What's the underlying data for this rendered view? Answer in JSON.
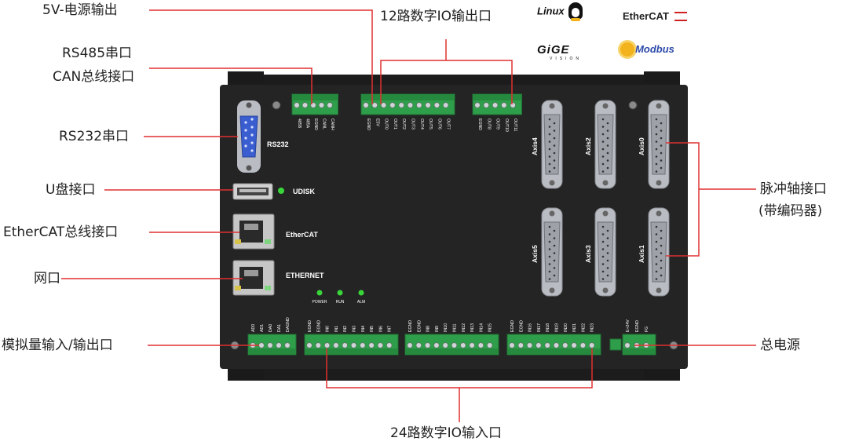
{
  "callouts": {
    "power5v": "5V-电源输出",
    "rs485": "RS485串口",
    "can": "CAN总线接口",
    "rs232": "RS232串口",
    "udisk": "U盘接口",
    "ethercat": "EtherCAT总线接口",
    "net": "网口",
    "analog": "模拟量输入/输出口",
    "io_out": "12路数字IO输出口",
    "pulse1": "脉冲轴接口",
    "pulse2": "(带编码器)",
    "mainpower": "总电源",
    "io_in": "24路数字IO输入口"
  },
  "logos": {
    "linux": "Linux",
    "ethercat": "EtherCAT",
    "gige": "GiGE",
    "gige_sub": "VISION",
    "modbus": "Modbus"
  },
  "device": {
    "rs232_label": "RS232",
    "udisk_label": "UDISK",
    "ethercat_label": "EtherCAT",
    "ethernet_label": "ETHERNET",
    "leds": [
      "POWER",
      "RUN",
      "ALM"
    ],
    "axes": [
      "Axis4",
      "Axis2",
      "Axis0",
      "Axis5",
      "Axis3",
      "Axis1"
    ],
    "pins": {
      "rs485_can": [
        "485B",
        "485A",
        "EGND",
        "CANL",
        "CANH"
      ],
      "out1": [
        "EGND",
        "E5V",
        "OUT0",
        "OUT1",
        "OUT2",
        "OUT3",
        "OUT4",
        "OUT5",
        "OUT6",
        "OUT7"
      ],
      "out2": [
        "EGND",
        "OUT8",
        "OUT9",
        "OUT10",
        "OUT11"
      ],
      "analog": [
        "AD0",
        "AD1",
        "DA0",
        "DA1",
        "DAGND"
      ],
      "in1": [
        "EGND",
        "EGND",
        "IN0",
        "IN1",
        "IN2",
        "IN3",
        "IN4",
        "IN5",
        "IN6",
        "IN7"
      ],
      "in2": [
        "EGND",
        "EGND",
        "IN8",
        "IN9",
        "IN10",
        "IN11",
        "IN12",
        "IN13",
        "IN14",
        "IN15"
      ],
      "in3": [
        "EGND",
        "EGND",
        "IN16",
        "IN17",
        "IN18",
        "IN19",
        "IN20",
        "IN21",
        "IN22",
        "IN23"
      ],
      "power": [
        "E+24V",
        "EGND",
        "FG"
      ]
    }
  },
  "colors": {
    "callout_line": "#e03030",
    "body": "#242424",
    "terminal_green": "#2f9e4a",
    "led_green": "#39d639",
    "db_connector": "#b9bcc3"
  }
}
